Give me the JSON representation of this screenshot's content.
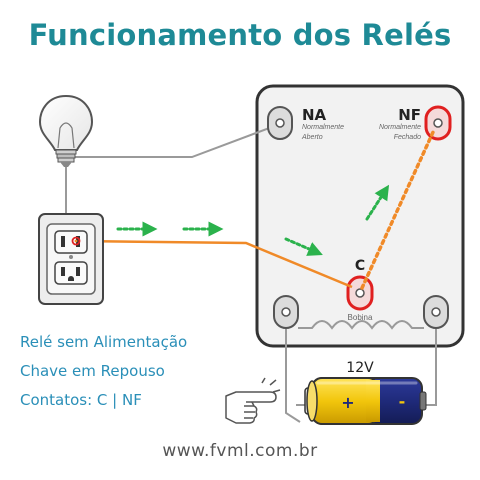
{
  "title": "Funcionamento dos Relés",
  "relay": {
    "na_label": "NA",
    "na_sub_1": "Normalmente",
    "na_sub_2": "Aberto",
    "nf_label": "NF",
    "nf_sub_1": "Normalmente",
    "nf_sub_2": "Fechado",
    "c_label": "C",
    "coil_label": "Bobina"
  },
  "battery": {
    "voltage": "12V",
    "plus": "+",
    "minus": "-"
  },
  "status_lines": [
    "Relé sem Alimentação",
    "Chave em Repouso",
    "Contatos: C | NF"
  ],
  "footer": "www.fvml.com.br",
  "colors": {
    "title": "#1e8a96",
    "status_text": "#2a8fb8",
    "contact_active": "#e02020",
    "load_wire": "#f08a28",
    "flow_arrows": "#2bb24c",
    "battery_body": "#1f2a7a",
    "battery_cap": "#f2c60c"
  },
  "icons": [
    "light-bulb-icon",
    "power-outlet-icon",
    "pointing-hand-icon",
    "battery-icon"
  ]
}
